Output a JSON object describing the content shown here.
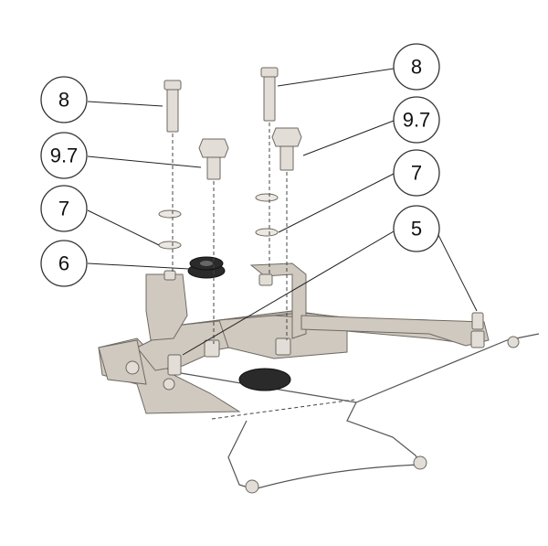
{
  "callouts": {
    "c1": "8",
    "c2": "8",
    "c3": "9.7",
    "c4": "9.7",
    "c5": "7",
    "c6": "7",
    "c7": "6",
    "c8": "5"
  }
}
